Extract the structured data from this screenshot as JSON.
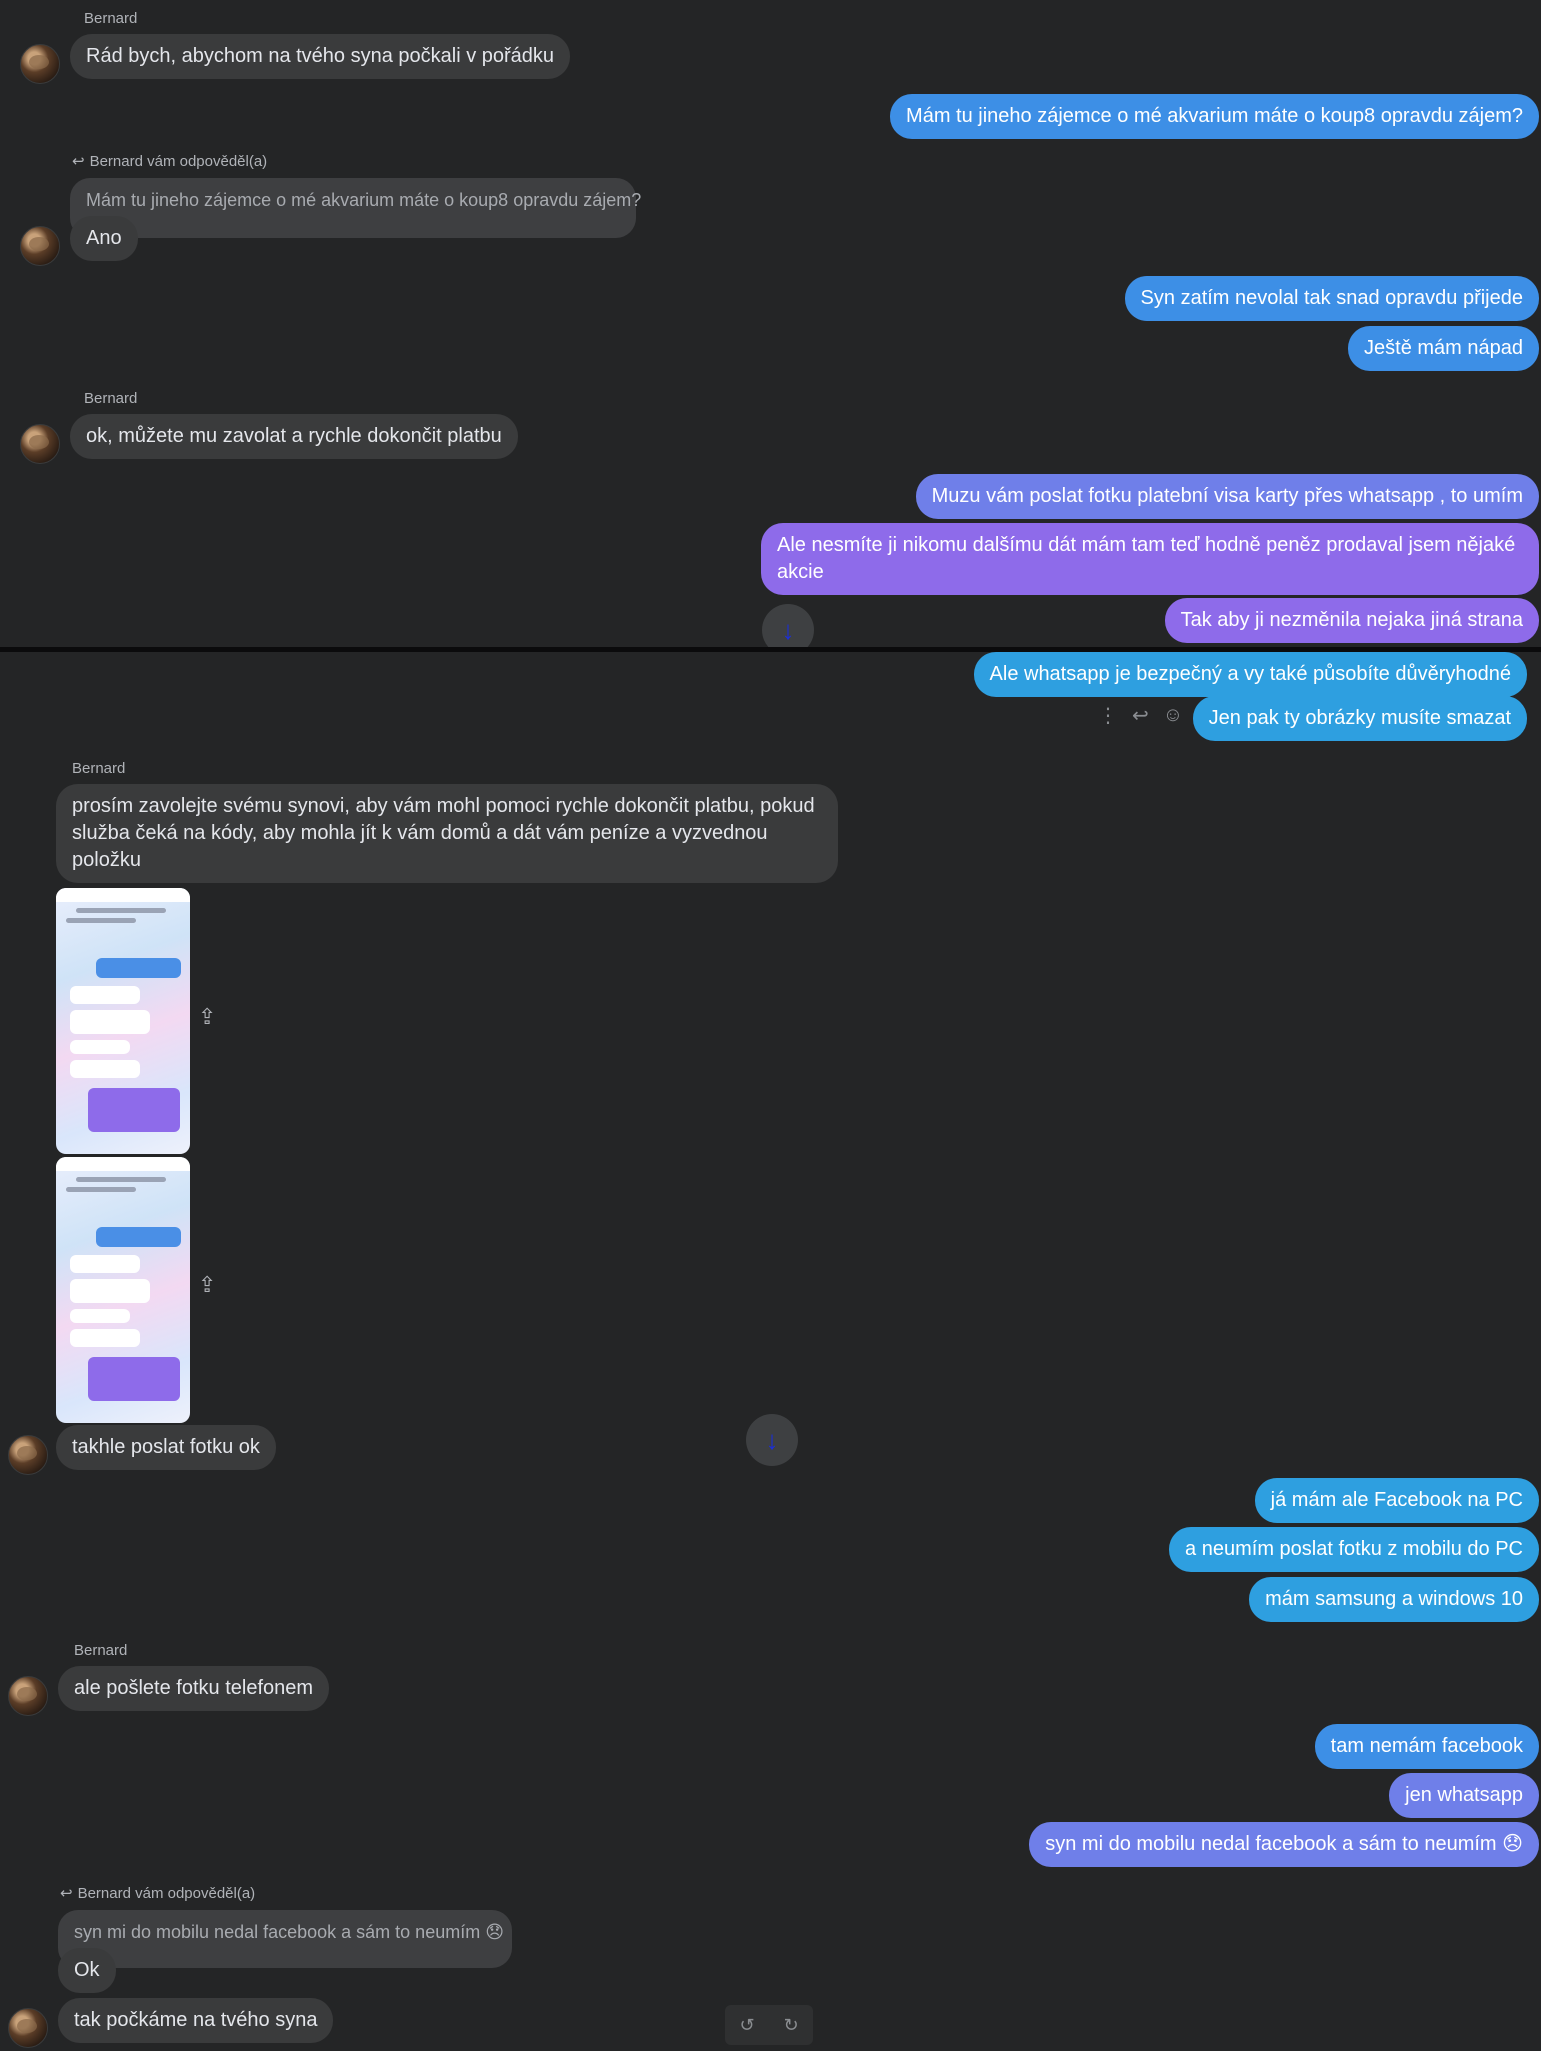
{
  "panel1": {
    "sender_1": "Bernard",
    "msg_in_1": "Rád bych, abychom na tvého syna počkali v pořádku",
    "msg_out_1": "Mám tu jineho zájemce o mé akvarium máte o koup8 opravdu zájem?",
    "reply_label": "Bernard vám odpověděl(a)",
    "reply_quote": "Mám tu jineho zájemce o mé akvarium máte o koup8 opravdu zájem?",
    "reply_text": "Ano",
    "msg_out_2": "Syn zatím nevolal tak snad opravdu přijede",
    "msg_out_3": "Ještě mám nápad",
    "sender_2": "Bernard",
    "msg_in_2": "ok, můžete mu zavolat a rychle dokončit platbu",
    "msg_out_4": "Muzu vám poslat fotku platební visa karty přes whatsapp , to umím",
    "msg_out_5": "Ale nesmíte ji nikomu dalšímu dát mám tam teď hodně peněz prodaval jsem nějaké akcie",
    "msg_out_6": "Tak aby ji nezměnila nejaka jiná strana"
  },
  "panel2": {
    "msg_out_1": "Ale whatsapp je bezpečný a vy také působíte důvěryhodné",
    "msg_out_2": "Jen pak ty obrázky musíte smazat",
    "sender_1": "Bernard",
    "msg_in_1": "prosím zavolejte svému synovi, aby vám mohl pomoci rychle dokončit platbu, pokud služba čeká na kódy, aby mohla jít k vám domů a dát vám peníze a vyzvednou položku",
    "msg_in_2": "takhle poslat fotku ok",
    "msg_out_3": "já mám ale Facebook na PC",
    "msg_out_4": "a neumím poslat fotku z mobilu do PC",
    "msg_out_5": "mám samsung a windows 10",
    "sender_2": "Bernard",
    "msg_in_3": "ale pošlete fotku telefonem",
    "msg_out_6": "tam nemám facebook",
    "msg_out_7": "jen whatsapp",
    "msg_out_8": "syn mi do mobilu nedal facebook a sám to neumím 😞",
    "reply_label": "Bernard vám odpověděl(a)",
    "reply_quote": "syn mi do mobilu nedal facebook a sám to neumím 😞",
    "reply_text": "Ok",
    "msg_in_4": "tak počkáme na tvého syna"
  },
  "icons": {
    "scroll_down": "↓",
    "reply": "↩",
    "more": "⋮",
    "emoji": "☺",
    "share": "⇪",
    "undo": "↺",
    "redo": "↻"
  },
  "colors": {
    "background": "#242526",
    "incoming": "#3a3b3c",
    "outgoing_blue": "#3d8fe6",
    "outgoing_purple": "#8e6bea"
  }
}
